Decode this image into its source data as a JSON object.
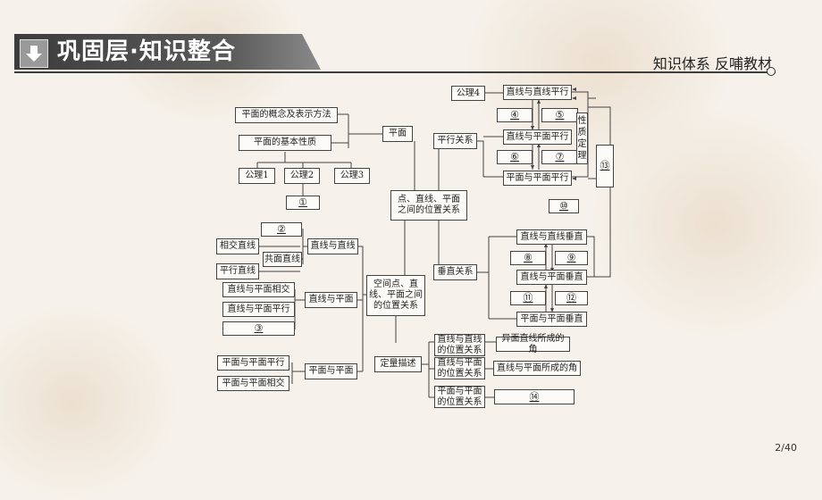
{
  "header": {
    "title": "巩固层·知识整合",
    "subtitle": "知识体系  反哺教材",
    "page_number": "2/40"
  },
  "nodes": {
    "plane_concept": "平面的概念及表示方法",
    "plane_basic": "平面的基本性质",
    "plane": "平面",
    "axiom1": "公理1",
    "axiom2": "公理2",
    "axiom3": "公理3",
    "blank1": "①",
    "blank2": "②",
    "intersecting_lines": "相交直线",
    "coplanar_lines": "共面直线",
    "line_line": "直线与直线",
    "parallel_lines": "平行直线",
    "line_plane_intersect": "直线与平面相交",
    "line_plane_parallel_left": "直线与平面平行",
    "blank3": "③",
    "line_plane_left": "直线与平面",
    "plane_plane_parallel_left": "平面与平面平行",
    "plane_plane_intersect": "平面与平面相交",
    "plane_plane_left": "平面与平面",
    "spatial_relation": "空间点、直\n线、平面之间\n的位置关系",
    "point_line_plane": "点、直线、平面\n之间的位置关系",
    "parallel_relation": "平行关系",
    "perpendicular_relation": "垂直关系",
    "quantitative": "定量描述",
    "axiom4": "公理4",
    "line_line_parallel": "直线与直线平行",
    "blank4": "④",
    "blank5": "⑤",
    "line_plane_parallel": "直线与平面平行",
    "blank6": "⑥",
    "blank7": "⑦",
    "plane_plane_parallel": "平面与平面平行",
    "property_theorem": "性\n质\n定\n理",
    "blank13": "⑬",
    "blank10": "⑩",
    "line_line_perp": "直线与直线垂直",
    "blank8": "⑧",
    "blank9": "⑨",
    "line_plane_perp": "直线与平面垂直",
    "blank11": "⑪",
    "blank12": "⑫",
    "plane_plane_perp": "平面与平面垂直",
    "ll_position": "直线与直线\n的位置关系",
    "skew_angle": "异面直线所成的角",
    "lp_position": "直线与平面\n的位置关系",
    "lp_angle": "直线与平面所成的角",
    "pp_position": "平面与平面\n的位置关系",
    "blank14": "⑭"
  },
  "colors": {
    "header_bar": "#4a4a4a",
    "background": "#f6f1ea",
    "line": "#444444"
  }
}
